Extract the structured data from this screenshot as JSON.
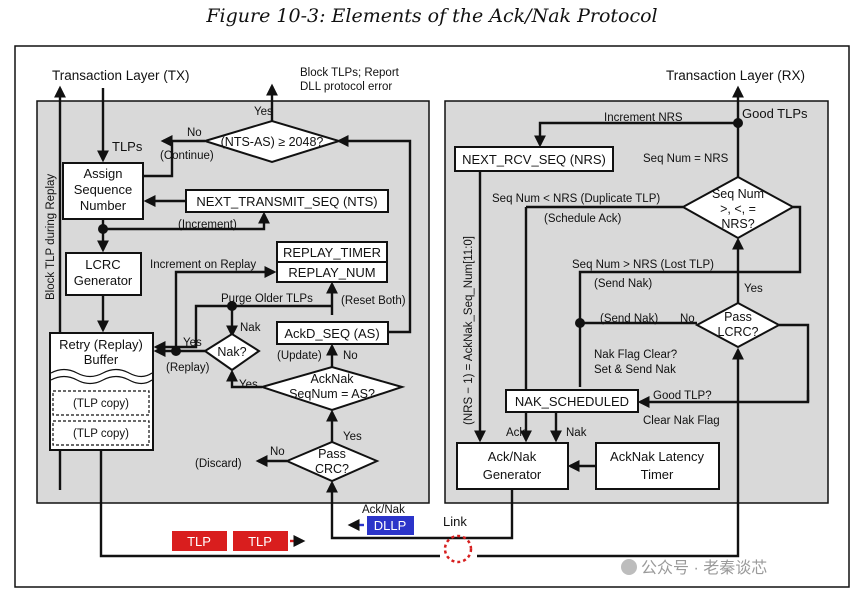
{
  "title": "Figure 10-3: Elements of the Ack/Nak Protocol",
  "tx": {
    "header": "Transaction Layer (TX)",
    "block_note": "Block TLPs; Report\nDLL protocol error",
    "tlps": "TLPs",
    "block_replay": "Block TLP during Replay",
    "assign_seq": "Assign\nSequence\nNumber",
    "lcrc_gen": "LCRC\nGenerator",
    "retry_buffer": "Retry (Replay)\nBuffer",
    "tlp_copy_1": "(TLP copy)",
    "tlp_copy_2": "(TLP copy)",
    "nts_decision": "(NTS-AS) ≥ 2048?",
    "yes_top": "Yes",
    "no_left": "No",
    "continue": "(Continue)",
    "next_transmit": "NEXT_TRANSMIT_SEQ (NTS)",
    "increment": "(Increment)",
    "replay_timer": "REPLAY_TIMER",
    "replay_num": "REPLAY_NUM",
    "inc_on_replay": "Increment on Replay",
    "purge": "Purge Older TLPs",
    "reset_both": "(Reset Both)",
    "nak_label": "Nak",
    "nak_decision": "Nak?",
    "yes_nak": "Yes",
    "replay": "(Replay)",
    "ackd_seq": "AckD_SEQ (AS)",
    "update": "(Update)",
    "no_update": "No",
    "acknak_decision": "AckNak\nSeqNum = AS?",
    "yes_acknak": "Yes",
    "pass_crc": "Pass\nCRC?",
    "yes_crc": "Yes",
    "no_crc": "No",
    "discard": "(Discard)",
    "acknak_dllp_label": "Ack/Nak",
    "dllp": "DLLP",
    "tlp1": "TLP",
    "tlp2": "TLP"
  },
  "link": "Link",
  "rx": {
    "header": "Transaction Layer (RX)",
    "good_tlps": "Good TLPs",
    "increment_nrs": "Increment NRS",
    "next_rcv": "NEXT_RCV_SEQ (NRS)",
    "seq_eq_nrs": "Seq Num = NRS",
    "seq_decision": "Seq Num\n>, <, =\nNRS?",
    "dup": "Seq Num < NRS (Duplicate TLP)",
    "schedule_ack": "(Schedule Ack)",
    "nrs_minus": "(NRS − 1) = AckNak_Seq_Num[11:0]",
    "lost": "Seq Num > NRS (Lost TLP)",
    "send_nak_1": "(Send Nak)",
    "yes_lcrc": "Yes",
    "send_nak_2": "(Send Nak)",
    "no_lcrc": "No",
    "pass_lcrc": "Pass\nLCRC?",
    "nak_flag_clear": "Nak Flag Clear?\nSet & Send Nak",
    "good_tlp_q": "Good TLP?",
    "nak_scheduled": "NAK_SCHEDULED",
    "clear_nak": "Clear Nak Flag",
    "ack": "Ack",
    "nak": "Nak",
    "acknak_gen": "Ack/Nak\nGenerator",
    "latency_timer": "AckNak Latency\nTimer"
  },
  "watermark": "公众号 · 老秦谈芯",
  "colors": {
    "panel": "#d9d9d9",
    "tlp_red": "#d91e1e",
    "dllp_blue": "#2b34c9",
    "link_dot": "#d62020"
  }
}
